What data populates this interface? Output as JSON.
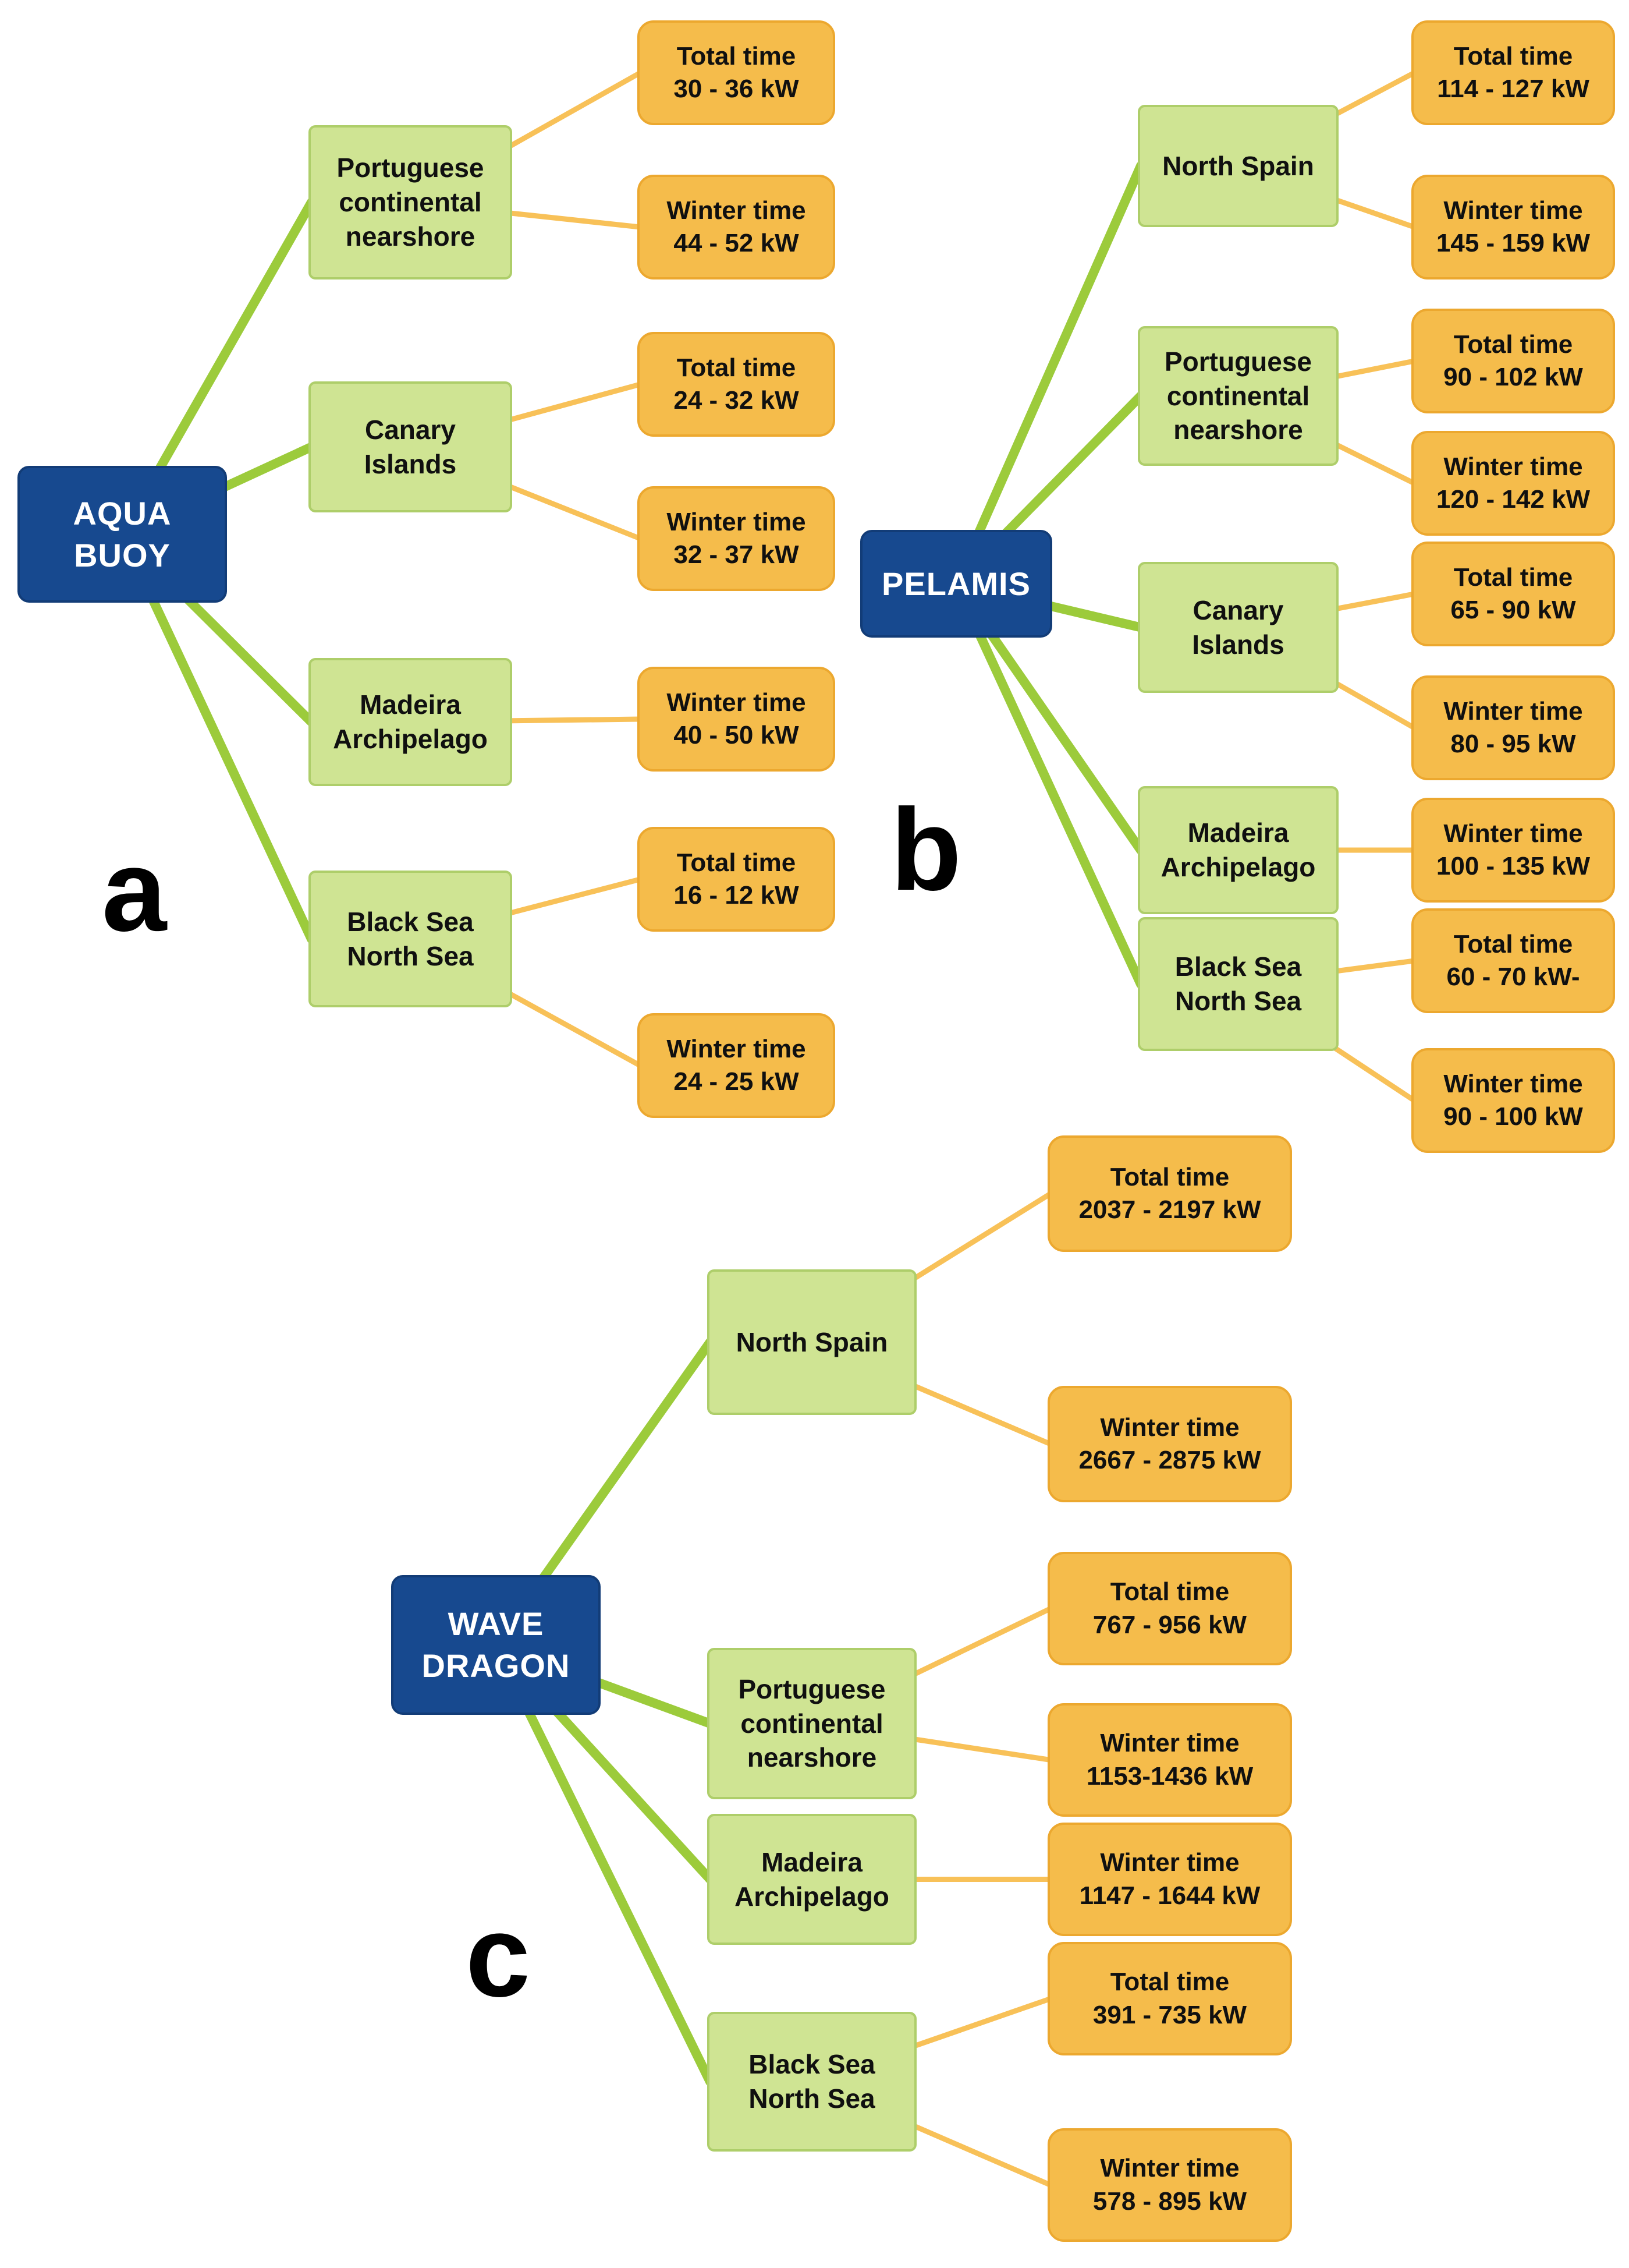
{
  "colors": {
    "background": "#ffffff",
    "root_fill": "#17498f",
    "root_text": "#ffffff",
    "location_fill": "#cfe493",
    "location_border": "#aece6a",
    "location_text": "#101010",
    "leaf_fill": "#f5bc4b",
    "leaf_border": "#eca82f",
    "leaf_text": "#101010",
    "root_branch_line": "#9ccb3b",
    "branch_leaf_line": "#f8c158"
  },
  "sections": [
    {
      "label": "a",
      "root": "AQUA\nBUOY",
      "branches": [
        {
          "location": "Portuguese\ncontinental\nnearshore",
          "leaves": [
            {
              "title": "Total time",
              "value": "30 - 36 kW"
            },
            {
              "title": "Winter time",
              "value": "44 - 52 kW"
            }
          ]
        },
        {
          "location": "Canary\nIslands",
          "leaves": [
            {
              "title": "Total time",
              "value": "24 - 32 kW"
            },
            {
              "title": "Winter time",
              "value": "32 - 37 kW"
            }
          ]
        },
        {
          "location": "Madeira\nArchipelago",
          "leaves": [
            {
              "title": "Winter time",
              "value": "40 - 50 kW"
            }
          ]
        },
        {
          "location": "Black Sea\nNorth Sea",
          "leaves": [
            {
              "title": "Total time",
              "value": "16 - 12 kW"
            },
            {
              "title": "Winter time",
              "value": "24 - 25 kW"
            }
          ]
        }
      ]
    },
    {
      "label": "b",
      "root": "PELAMIS",
      "branches": [
        {
          "location": "North Spain",
          "leaves": [
            {
              "title": "Total time",
              "value": "114 - 127 kW"
            },
            {
              "title": "Winter time",
              "value": "145 - 159 kW"
            }
          ]
        },
        {
          "location": "Portuguese\ncontinental\nnearshore",
          "leaves": [
            {
              "title": "Total time",
              "value": "90 - 102 kW"
            },
            {
              "title": "Winter time",
              "value": "120 - 142 kW"
            }
          ]
        },
        {
          "location": "Canary\nIslands",
          "leaves": [
            {
              "title": "Total time",
              "value": "65 - 90 kW"
            },
            {
              "title": "Winter time",
              "value": "80 - 95 kW"
            }
          ]
        },
        {
          "location": "Madeira\nArchipelago",
          "leaves": [
            {
              "title": "Winter time",
              "value": "100 - 135 kW"
            }
          ]
        },
        {
          "location": "Black Sea\nNorth Sea",
          "leaves": [
            {
              "title": "Total time",
              "value": "60 - 70 kW-"
            },
            {
              "title": "Winter time",
              "value": "90 - 100 kW"
            }
          ]
        }
      ]
    },
    {
      "label": "c",
      "root": "WAVE\nDRAGON",
      "branches": [
        {
          "location": "North Spain",
          "leaves": [
            {
              "title": "Total time",
              "value": "2037 - 2197 kW"
            },
            {
              "title": "Winter time",
              "value": "2667 - 2875 kW"
            }
          ]
        },
        {
          "location": "Portuguese\ncontinental\nnearshore",
          "leaves": [
            {
              "title": "Total time",
              "value": "767 - 956 kW"
            },
            {
              "title": "Winter time",
              "value": "1153-1436 kW"
            }
          ]
        },
        {
          "location": "Madeira\nArchipelago",
          "leaves": [
            {
              "title": "Winter time",
              "value": "1147 - 1644 kW"
            }
          ]
        },
        {
          "location": "Black Sea\nNorth Sea",
          "leaves": [
            {
              "title": "Total time",
              "value": "391 - 735 kW"
            },
            {
              "title": "Winter time",
              "value": "578 - 895 kW"
            }
          ]
        }
      ]
    }
  ]
}
